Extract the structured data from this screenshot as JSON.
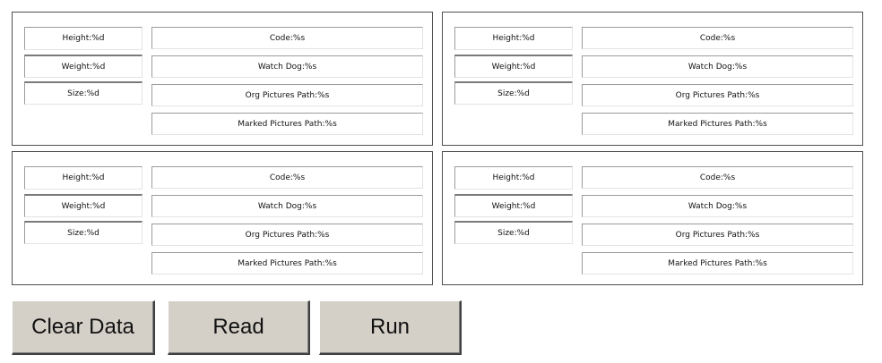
{
  "panels": [
    {
      "height": "Height:%d",
      "weight": "Weight:%d",
      "size": "Size:%d",
      "code": "Code:%s",
      "watchdog": "Watch Dog:%s",
      "org_path": "Org Pictures Path:%s",
      "marked_path": "Marked Pictures Path:%s"
    },
    {
      "height": "Height:%d",
      "weight": "Weight:%d",
      "size": "Size:%d",
      "code": "Code:%s",
      "watchdog": "Watch Dog:%s",
      "org_path": "Org Pictures Path:%s",
      "marked_path": "Marked Pictures Path:%s"
    },
    {
      "height": "Height:%d",
      "weight": "Weight:%d",
      "size": "Size:%d",
      "code": "Code:%s",
      "watchdog": "Watch Dog:%s",
      "org_path": "Org Pictures Path:%s",
      "marked_path": "Marked Pictures Path:%s"
    },
    {
      "height": "Height:%d",
      "weight": "Weight:%d",
      "size": "Size:%d",
      "code": "Code:%s",
      "watchdog": "Watch Dog:%s",
      "org_path": "Org Pictures Path:%s",
      "marked_path": "Marked Pictures Path:%s"
    }
  ],
  "buttons": {
    "clear_data": "Clear Data",
    "read": "Read",
    "run": "Run"
  }
}
